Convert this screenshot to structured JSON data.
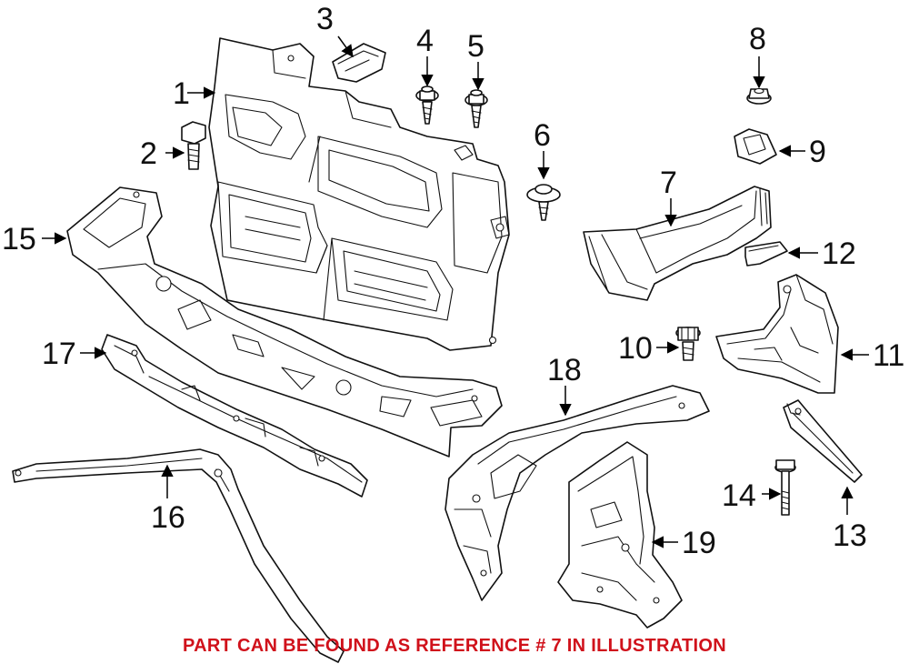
{
  "diagram": {
    "callouts": [
      "1",
      "2",
      "3",
      "4",
      "5",
      "6",
      "7",
      "8",
      "9",
      "10",
      "11",
      "12",
      "13",
      "14",
      "15",
      "16",
      "17",
      "18",
      "19"
    ]
  },
  "footer": {
    "note": "PART CAN BE FOUND AS REFERENCE # 7 IN ILLUSTRATION",
    "note_color": "#d0111b"
  }
}
